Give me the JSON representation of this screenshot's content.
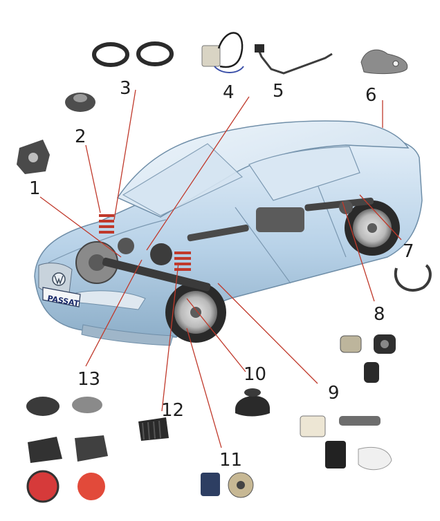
{
  "plate_text": "PASSAT",
  "colors": {
    "leader_line": "#c0392b",
    "car_body": "#b8d4ea",
    "car_shadow": "#7fa2bf",
    "part_dark": "#2b2b2b",
    "spring": "#c0392b",
    "mount_red": "#d63a3a"
  },
  "callouts": [
    {
      "id": "1",
      "label": "1"
    },
    {
      "id": "2",
      "label": "2"
    },
    {
      "id": "3",
      "label": "3"
    },
    {
      "id": "4",
      "label": "4"
    },
    {
      "id": "5",
      "label": "5"
    },
    {
      "id": "6",
      "label": "6"
    },
    {
      "id": "7",
      "label": "7"
    },
    {
      "id": "8",
      "label": "8"
    },
    {
      "id": "9",
      "label": "9"
    },
    {
      "id": "10",
      "label": "10"
    },
    {
      "id": "11",
      "label": "11"
    },
    {
      "id": "12",
      "label": "12"
    },
    {
      "id": "13",
      "label": "13"
    }
  ]
}
